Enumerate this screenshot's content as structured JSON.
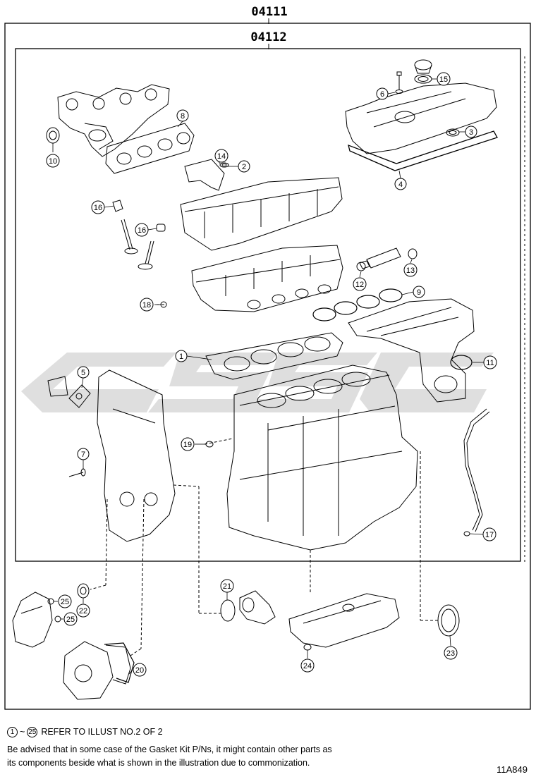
{
  "labels": {
    "outer_kit": "04111",
    "inner_kit": "04112"
  },
  "callouts": {
    "c1": "1",
    "c2": "2",
    "c3": "3",
    "c4": "4",
    "c5": "5",
    "c6": "6",
    "c7": "7",
    "c8": "8",
    "c9": "9",
    "c10": "10",
    "c11": "11",
    "c12": "12",
    "c13": "13",
    "c14": "14",
    "c15": "15",
    "c16a": "16",
    "c16b": "16",
    "c17": "17",
    "c18": "18",
    "c19": "19",
    "c20": "20",
    "c21": "21",
    "c22": "22",
    "c23": "23",
    "c24": "24",
    "c25a": "25",
    "c25b": "25"
  },
  "notes": {
    "range_start": "1",
    "range_sep": "~",
    "range_end": "25",
    "refer": "REFER TO ILLUST NO.2 OF 2",
    "advisory_line1": "Be advised that in some case of the Gasket Kit P/Ns,  it might contain other parts as",
    "advisory_line2": "its components beside what is shown in the illustration due to commonization."
  },
  "illustration_code": "11A849",
  "colors": {
    "line": "#000000",
    "watermark": "#d9d9d9"
  }
}
